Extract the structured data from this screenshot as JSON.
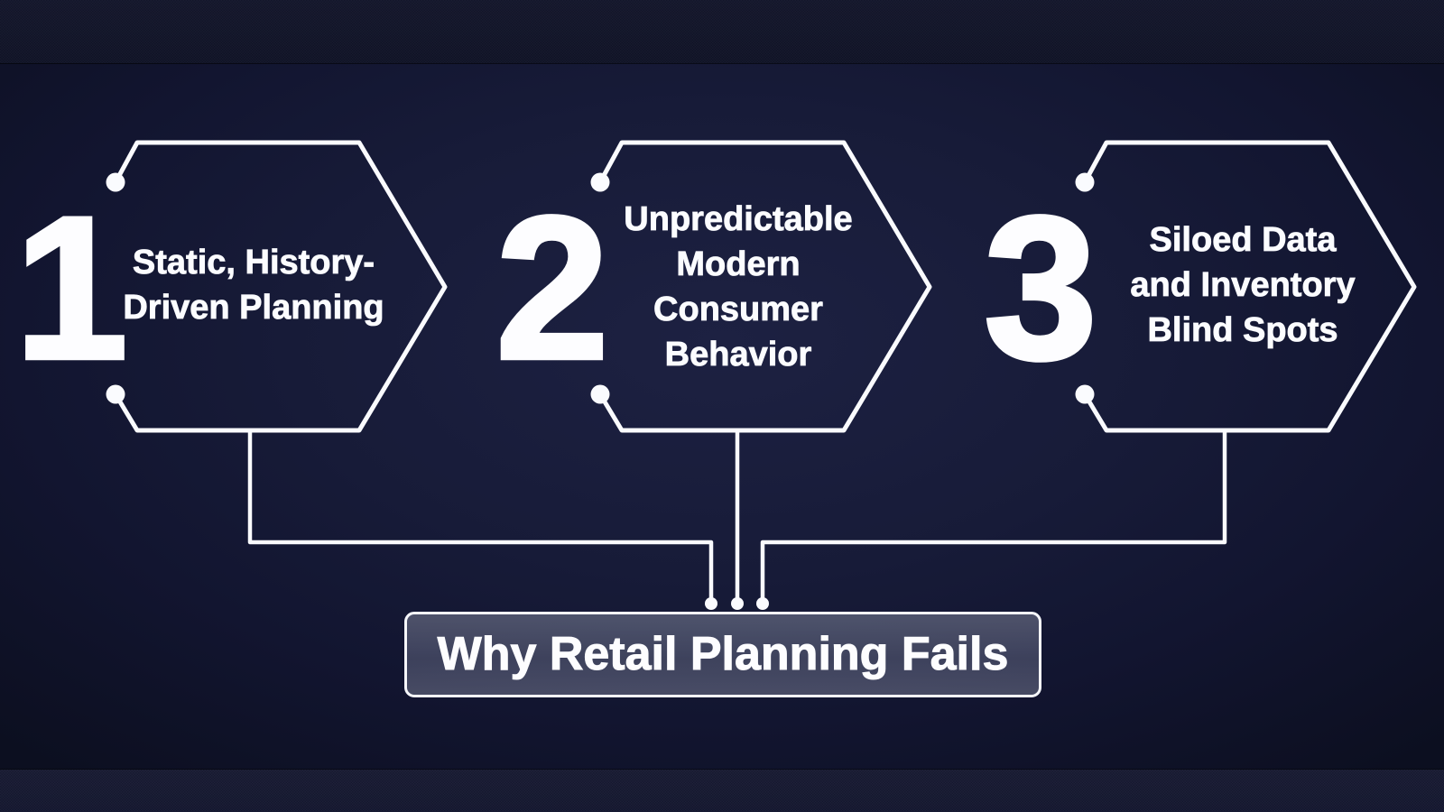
{
  "title_box": {
    "label": "Why Retail Planning Fails"
  },
  "items": [
    {
      "number": "1",
      "label_lines": [
        "Static, History-",
        "Driven Planning"
      ]
    },
    {
      "number": "2",
      "label_lines": [
        "Unpredictable",
        "Modern",
        "Consumer",
        "Behavior"
      ]
    },
    {
      "number": "3",
      "label_lines": [
        "Siloed Data",
        "and Inventory",
        "Blind Spots"
      ]
    }
  ],
  "colors": {
    "background": "#14172f",
    "line": "#fafbfe",
    "text": "#fdfdff",
    "title_box_fill": "#474b5e"
  }
}
